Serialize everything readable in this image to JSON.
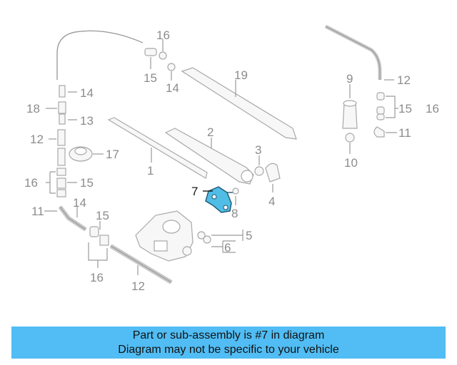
{
  "diagram": {
    "highlight_color": "#4fbde6",
    "highlighted_part": "7",
    "callouts": {
      "c16a": "16",
      "c15a": "15",
      "c14a": "14",
      "c19": "19",
      "c14b": "14",
      "c18": "18",
      "c13": "13",
      "c12a": "12",
      "c2": "2",
      "c17": "17",
      "c1": "1",
      "c3": "3",
      "c16b": "16",
      "c15b": "15",
      "c4": "4",
      "c7": "7",
      "c8": "8",
      "c11a": "11",
      "c14c": "14",
      "c15c": "15",
      "c5": "5",
      "c6": "6",
      "c16c": "16",
      "c12b": "12",
      "c9": "9",
      "c12c": "12",
      "c15d": "15",
      "c16d": "16",
      "c11b": "11",
      "c10": "10"
    }
  },
  "notice": {
    "line1": "Part or sub-assembly is #7 in diagram",
    "line2": "Diagram may not be specific to your vehicle",
    "background": "#51bdf4"
  }
}
